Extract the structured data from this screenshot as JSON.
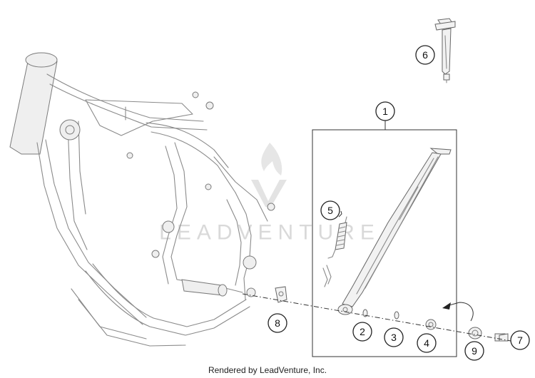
{
  "callouts": [
    "1",
    "2",
    "3",
    "4",
    "5",
    "6",
    "7",
    "8",
    "9"
  ],
  "watermark": {
    "text": "LEADVENTURE"
  },
  "footer": {
    "text": "Rendered by LeadVenture, Inc."
  },
  "colors": {
    "line": "#8a8a8a",
    "callout_stroke": "#222222",
    "watermark": "#d9d9d9"
  }
}
